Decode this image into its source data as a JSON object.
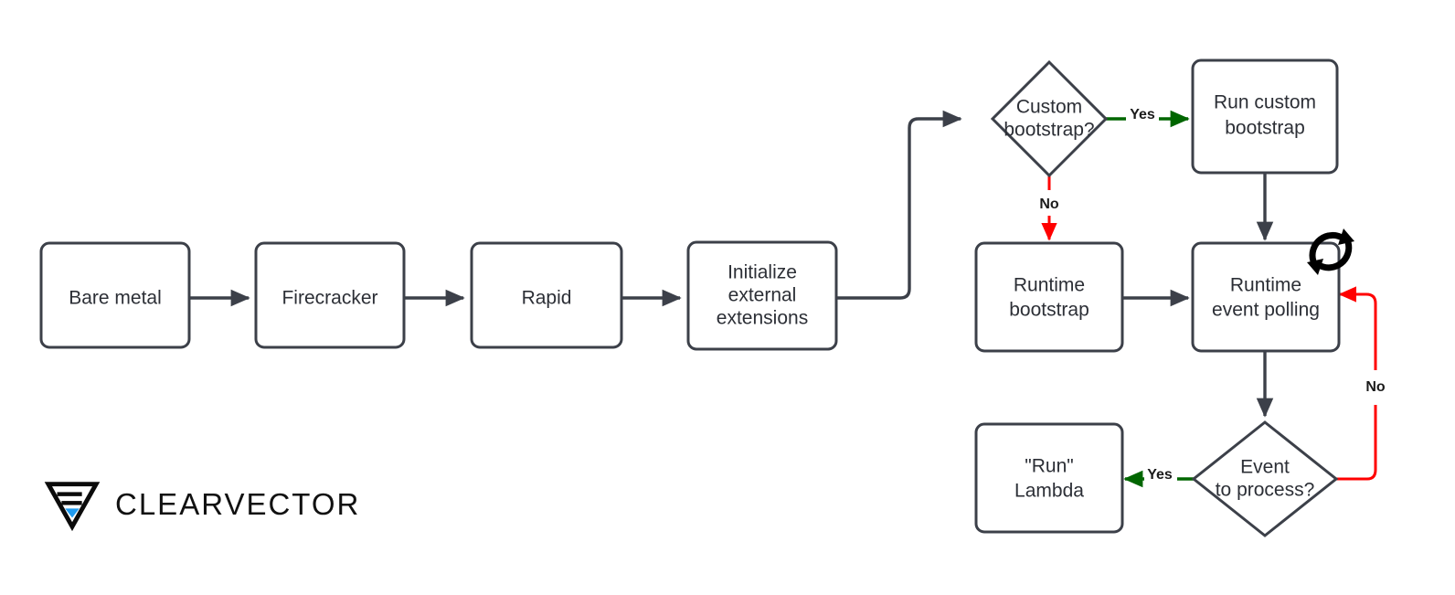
{
  "diagram": {
    "title": "AWS Lambda execution environment lifecycle flowchart",
    "colors": {
      "node_stroke": "#3c4049",
      "node_fill": "#ffffff",
      "node_text": "#2c2f36",
      "edge": "#3c4049",
      "yes_edge": "#006600",
      "no_edge": "#ff0000",
      "label_text": "#1b1b1b",
      "background": "#ffffff",
      "logo_accent": "#1f9bf0",
      "logo_text": "#111111"
    },
    "nodes": [
      {
        "id": "bare-metal",
        "type": "process",
        "lines": [
          "Bare metal"
        ]
      },
      {
        "id": "firecracker",
        "type": "process",
        "lines": [
          "Firecracker"
        ]
      },
      {
        "id": "rapid",
        "type": "process",
        "lines": [
          "Rapid"
        ]
      },
      {
        "id": "initialize-extensions",
        "type": "process",
        "lines": [
          "Initialize",
          "external",
          "extensions"
        ]
      },
      {
        "id": "custom-bootstrap",
        "type": "decision",
        "lines": [
          "Custom",
          "bootstrap?"
        ]
      },
      {
        "id": "run-custom-bootstrap",
        "type": "process",
        "lines": [
          "Run custom",
          "bootstrap"
        ]
      },
      {
        "id": "runtime-bootstrap",
        "type": "process",
        "lines": [
          "Runtime",
          "bootstrap"
        ]
      },
      {
        "id": "runtime-event-polling",
        "type": "process",
        "lines": [
          "Runtime",
          "event polling"
        ],
        "icon": "loop-icon"
      },
      {
        "id": "event-to-process",
        "type": "decision",
        "lines": [
          "Event",
          "to process?"
        ]
      },
      {
        "id": "run-lambda",
        "type": "process",
        "lines": [
          "\"Run\"",
          "Lambda"
        ]
      }
    ],
    "edges": [
      {
        "id": "bare-metal-to-firecracker",
        "from": "bare-metal",
        "to": "firecracker",
        "label": "",
        "kind": "default"
      },
      {
        "id": "firecracker-to-rapid",
        "from": "firecracker",
        "to": "rapid",
        "label": "",
        "kind": "default"
      },
      {
        "id": "rapid-to-initialize-extensions",
        "from": "rapid",
        "to": "initialize-extensions",
        "label": "",
        "kind": "default"
      },
      {
        "id": "initialize-extensions-to-custom",
        "from": "initialize-extensions",
        "to": "custom-bootstrap",
        "label": "",
        "kind": "default"
      },
      {
        "id": "custom-yes-to-run-custom-bootstrap",
        "from": "custom-bootstrap",
        "to": "run-custom-bootstrap",
        "label": "Yes",
        "kind": "yes"
      },
      {
        "id": "custom-no-to-runtime-bootstrap",
        "from": "custom-bootstrap",
        "to": "runtime-bootstrap",
        "label": "No",
        "kind": "no"
      },
      {
        "id": "run-custom-bootstrap-to-polling",
        "from": "run-custom-bootstrap",
        "to": "runtime-event-polling",
        "label": "",
        "kind": "default"
      },
      {
        "id": "runtime-bootstrap-to-polling",
        "from": "runtime-bootstrap",
        "to": "runtime-event-polling",
        "label": "",
        "kind": "default"
      },
      {
        "id": "polling-to-event-decision",
        "from": "runtime-event-polling",
        "to": "event-to-process",
        "label": "",
        "kind": "default"
      },
      {
        "id": "event-yes-to-run-lambda",
        "from": "event-to-process",
        "to": "run-lambda",
        "label": "Yes",
        "kind": "yes"
      },
      {
        "id": "event-no-back-to-polling",
        "from": "event-to-process",
        "to": "runtime-event-polling",
        "label": "No",
        "kind": "no"
      }
    ]
  },
  "logo": {
    "wordmark": "CLEARVECTOR",
    "mark_name": "clearvector-triangle-mark"
  }
}
